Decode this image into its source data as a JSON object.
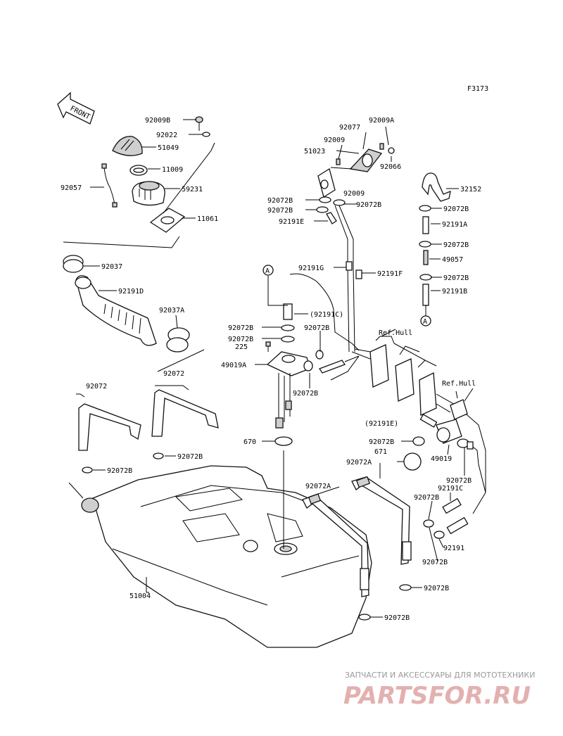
{
  "figure_code": "F3173",
  "direction_arrow": "FRONT",
  "part_labels": {
    "p92009B": "92009B",
    "p92022": "92022",
    "p51049": "51049",
    "p11009": "11009",
    "p92057": "92057",
    "p59231": "59231",
    "p11061": "11061",
    "p92037": "92037",
    "p92191D": "92191D",
    "p92037A": "92037A",
    "p92072_a": "92072",
    "p92072_b": "92072",
    "p92072B_left": "92072B",
    "p92072B_left2": "92072B",
    "p51004": "51004",
    "p92077": "92077",
    "p92009A": "92009A",
    "p92009": "92009",
    "p51023": "51023",
    "p92066": "92066",
    "p92072B_t1": "92072B",
    "p92009_2": "92009",
    "p92072B_t2": "92072B",
    "p92072B_t3": "92072B",
    "p92191E": "92191E",
    "p92191G": "92191G",
    "p92191F": "92191F",
    "p32152": "32152",
    "p92072B_r1": "92072B",
    "p92191A": "92191A",
    "p92072B_r2": "92072B",
    "p49057": "49057",
    "p92072B_r3": "92072B",
    "p92191B": "92191B",
    "p92191C_paren": "(92191C)",
    "p92072B_m1": "92072B",
    "p92072B_m2": "92072B",
    "p92072B_m3": "92072B",
    "p225": "225",
    "p49019A": "49019A",
    "p92072B_m4": "92072B",
    "p670": "670",
    "p92191E_paren": "(92191E)",
    "p92072B_m5": "92072B",
    "p671": "671",
    "p92072A_1": "92072A",
    "p92072A_2": "92072A",
    "p49019": "49019",
    "p92072B_m6": "92072B",
    "p92191C": "92191C",
    "p92072B_m7": "92072B",
    "p92191": "92191",
    "p92072B_m8": "92072B",
    "p92072B_b1": "92072B",
    "p92072B_b2": "92072B"
  },
  "reference_labels": {
    "ref_hull_1": "Ref.Hull",
    "ref_hull_2": "Ref.Hull",
    "callout_a1": "A",
    "callout_a2": "A"
  },
  "watermark": {
    "line1": "ЗАПЧАСТИ И АКСЕССУАРЫ ДЛЯ МОТОТЕХНИКИ",
    "line2": "PARTSFOR.RU"
  }
}
